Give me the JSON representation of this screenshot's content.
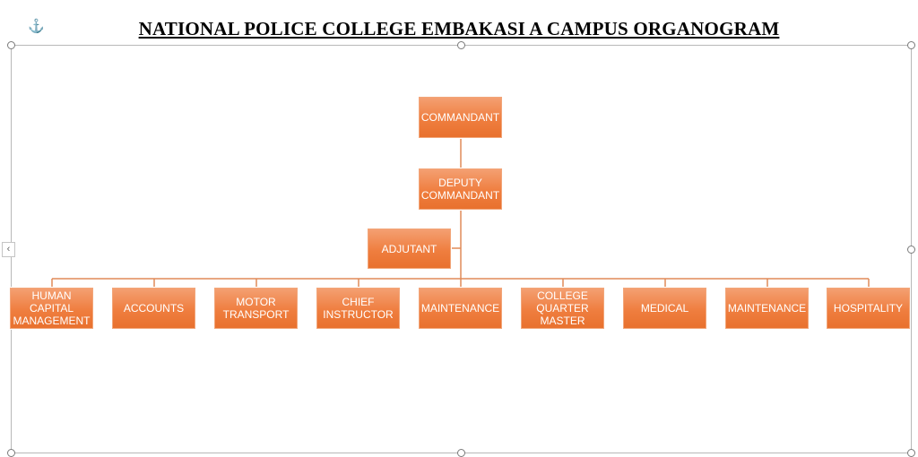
{
  "title": "NATIONAL POLICE COLLEGE EMBAKASI A CAMPUS ORGANOGRAM",
  "colors": {
    "box": "#ef7e3f",
    "connector": "#e08a58",
    "text": "#ffffff"
  },
  "icons": {
    "anchor": "anchor-icon",
    "collapse": "chevron-left-icon"
  },
  "nodes": {
    "commandant": "COMMANDANT",
    "deputy": "DEPUTY COMMANDANT",
    "adjutant": "ADJUTANT",
    "departments": [
      "HUMAN CAPITAL MANAGEMENT",
      "ACCOUNTS",
      "MOTOR TRANSPORT",
      "CHIEF INSTRUCTOR",
      "MAINTENANCE",
      "COLLEGE QUARTER MASTER",
      "MEDICAL",
      "MAINTENANCE",
      "HOSPITALITY"
    ]
  }
}
